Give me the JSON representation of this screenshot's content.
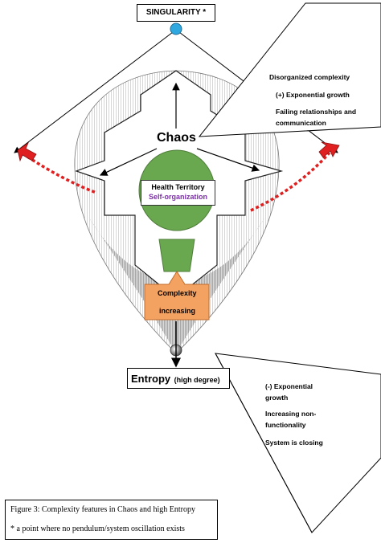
{
  "singularity": "SINGULARITY *",
  "chaos": "Chaos",
  "health_territory": {
    "title": "Health Territory",
    "subtitle": "Self-organization"
  },
  "complexity": {
    "line1": "Complexity",
    "line2": "increasing"
  },
  "entropy": {
    "main": "Entropy",
    "sub": "(high degree)"
  },
  "top_triangle": [
    "Disorganized complexity",
    "(+) Exponential growth",
    "Failing relationships and",
    "communication"
  ],
  "bottom_triangle": [
    "(-) Exponential",
    "growth",
    "Increasing non-",
    "functionality",
    "System is closing"
  ],
  "caption": {
    "line1": "Figure 3: Complexity features in Chaos and high Entropy",
    "line2": "* a point where no pendulum/system oscillation exists"
  },
  "colors": {
    "singularity_dot": "#2fa8e0",
    "green": "#6aa84f",
    "orange": "#f4a261",
    "red_arrow": "#e02020",
    "purple_text": "#7b2fa6"
  }
}
